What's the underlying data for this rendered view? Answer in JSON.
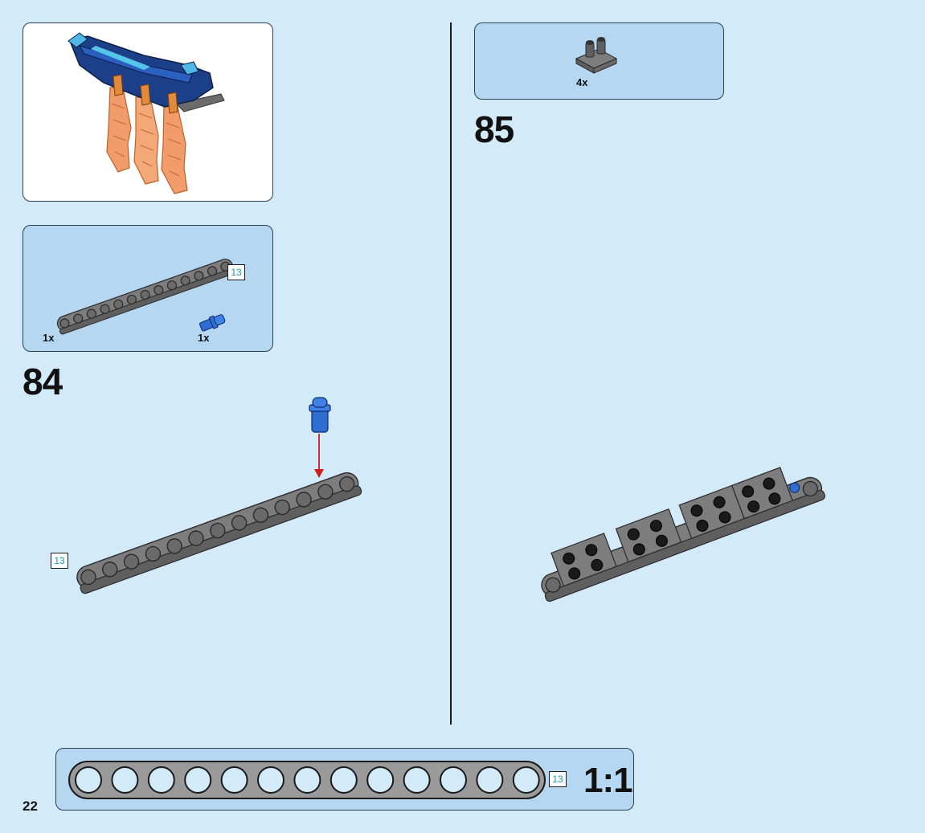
{
  "page": {
    "number": "22"
  },
  "steps": [
    {
      "number": "84",
      "parts": [
        {
          "name": "technic-beam-13",
          "qty": "1x",
          "length": "13"
        },
        {
          "name": "blue-connector-pin",
          "qty": "1x"
        }
      ],
      "beam_length": "13"
    },
    {
      "number": "85",
      "parts": [
        {
          "name": "plate-with-pins",
          "qty": "4x"
        }
      ]
    }
  ],
  "ruler": {
    "length": "13",
    "scale": "1:1"
  },
  "colors": {
    "background": "#d3eaf9",
    "panel_blue": "#b6d7f2",
    "beam_gray": "#7d7d7d",
    "pin_blue": "#2e6dd1",
    "arrow_red": "#d01e1e",
    "ship_blue": "#1c3f8a",
    "flame_orange": "#f29c6b"
  }
}
